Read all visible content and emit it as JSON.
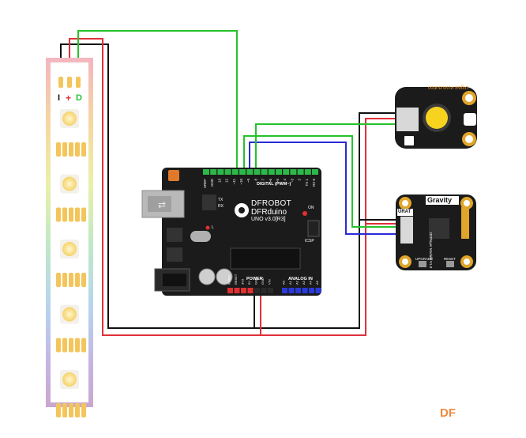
{
  "strip": {
    "pin_labels": [
      "I",
      "+",
      "D"
    ],
    "led_count": 5,
    "gradient": [
      "#f4b5c0",
      "#f6d6a0",
      "#eaf0a8",
      "#bfe8c8",
      "#b7d3ef",
      "#c6b3e3",
      "#c9a7cf"
    ]
  },
  "board": {
    "brand": "DFROBOT",
    "model": "DFRduino",
    "version": "UNO v3.0[R3]",
    "digital_header": "DIGITAL (PWM~)",
    "power_header": "POWER",
    "analog_header": "ANALOG IN",
    "icsp_label": "ICSP",
    "on_label": "ON",
    "tx_label": "TX",
    "rx_label": "RX",
    "l_label": "L",
    "digital_pins": [
      "AREF",
      "GND",
      "13",
      "12",
      "~11",
      "~10",
      "~9",
      "8",
      "7",
      "~6",
      "~5",
      "4",
      "~3",
      "2",
      "TX 1",
      "RX 0"
    ],
    "power_pins": [
      "IOREF",
      "RESET",
      "3V3",
      "5V",
      "GND",
      "GND",
      "VIN"
    ],
    "analog_pins": [
      "A0",
      "A1",
      "A2",
      "A3",
      "A4",
      "A5"
    ],
    "color": "#1a1a1a"
  },
  "button_module": {
    "title": "Digital Push Button",
    "cap_color": "#f7d21f",
    "board_color": "#1b1b1b"
  },
  "mp3_module": {
    "title": "Gravity",
    "port_label": "URAT",
    "side_label": "DFPlayer Module V1.0",
    "upgrade_label": "UPGRADE",
    "reset_label": "RESET",
    "board_color": "#1b1b1b"
  },
  "wires": {
    "black": "#111111",
    "red": "#e0303a",
    "green": "#25c22a",
    "blue": "#2a2ad8"
  },
  "watermark": "DF"
}
